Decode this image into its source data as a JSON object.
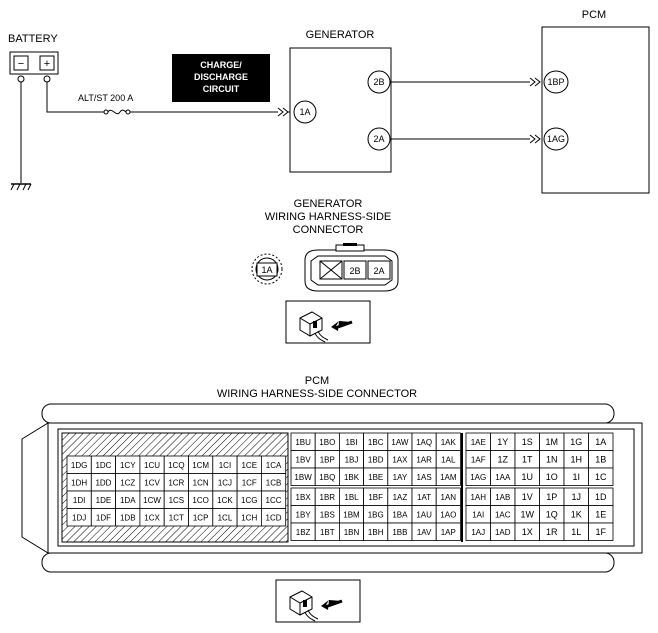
{
  "labels": {
    "battery": "BATTERY",
    "battery_neg": "−",
    "battery_pos": "+",
    "generator": "GENERATOR",
    "pcm": "PCM",
    "fuse": "ALT/ST 200 A",
    "charge_line1": "CHARGE/",
    "charge_line2": "DISCHARGE",
    "charge_line3": "CIRCUIT",
    "gen_conn_line1": "GENERATOR",
    "gen_conn_line2": "WIRING HARNESS-SIDE",
    "gen_conn_line3": "CONNECTOR",
    "pcm_conn_line1": "PCM",
    "pcm_conn_line2": "WIRING HARNESS-SIDE CONNECTOR"
  },
  "terminals": {
    "gen_1a": "1A",
    "gen_2b": "2B",
    "gen_2a": "2A",
    "pcm_1bp": "1BP",
    "pcm_1ag": "1AG",
    "conn_1a": "1A",
    "conn_2b": "2B",
    "conn_2a": "2A"
  },
  "pcm_connector": {
    "left_block": [
      [
        "1DG",
        "1DC",
        "1CY",
        "1CU",
        "1CQ",
        "1CM",
        "1CI",
        "1CE",
        "1CA"
      ],
      [
        "1DH",
        "1DD",
        "1CZ",
        "1CV",
        "1CR",
        "1CN",
        "1CJ",
        "1CF",
        "1CB"
      ],
      [
        "1DI",
        "1DE",
        "1DA",
        "1CW",
        "1CS",
        "1CO",
        "1CK",
        "1CG",
        "1CC"
      ],
      [
        "1DJ",
        "1DF",
        "1DB",
        "1CX",
        "1CT",
        "1CP",
        "1CL",
        "1CH",
        "1CD"
      ]
    ],
    "mid_top": [
      [
        "1BU",
        "1BO",
        "1BI",
        "1BC",
        "1AW",
        "1AQ",
        "1AK"
      ],
      [
        "1BV",
        "1BP",
        "1BJ",
        "1BD",
        "1AX",
        "1AR",
        "1AL"
      ],
      [
        "1BW",
        "1BQ",
        "1BK",
        "1BE",
        "1AY",
        "1AS",
        "1AM"
      ]
    ],
    "mid_bottom": [
      [
        "1BX",
        "1BR",
        "1BL",
        "1BF",
        "1AZ",
        "1AT",
        "1AN"
      ],
      [
        "1BY",
        "1BS",
        "1BM",
        "1BG",
        "1BA",
        "1AU",
        "1AO"
      ],
      [
        "1BZ",
        "1BT",
        "1BN",
        "1BH",
        "1BB",
        "1AV",
        "1AP"
      ]
    ],
    "right_top": [
      [
        "1AE",
        "1Y",
        "1S",
        "1M",
        "1G",
        "1A"
      ],
      [
        "1AF",
        "1Z",
        "1T",
        "1N",
        "1H",
        "1B"
      ],
      [
        "1AG",
        "1AA",
        "1U",
        "1O",
        "1I",
        "1C"
      ]
    ],
    "right_bottom": [
      [
        "1AH",
        "1AB",
        "1V",
        "1P",
        "1J",
        "1D"
      ],
      [
        "1AI",
        "1AC",
        "1W",
        "1Q",
        "1K",
        "1E"
      ],
      [
        "1AJ",
        "1AD",
        "1X",
        "1R",
        "1L",
        "1F"
      ]
    ]
  }
}
